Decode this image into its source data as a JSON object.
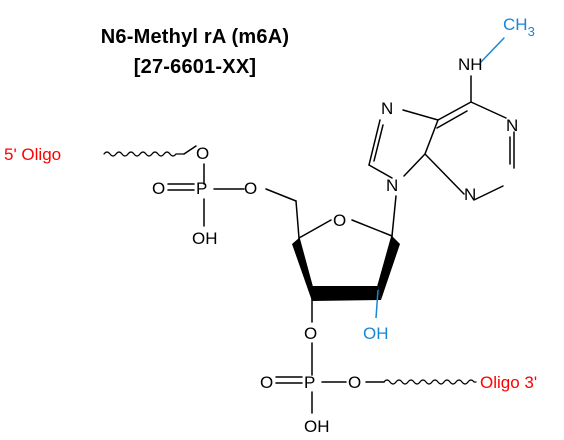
{
  "title": {
    "line1": "N6-Methyl rA (m6A)",
    "line2": "[27-6601-XX]"
  },
  "colors": {
    "bond": "#000000",
    "oligo_label": "#ff0000",
    "modification": "#1a86d6"
  },
  "structure": {
    "oligo_5_label": "5' Oligo",
    "oligo_3_label": "Oligo 3'",
    "oxygen": "O",
    "phosphorus": "P",
    "hydroxyl": "OH",
    "nitrogen": "N",
    "amine": "NH",
    "methyl": "CH",
    "methyl_subscript": "3"
  }
}
